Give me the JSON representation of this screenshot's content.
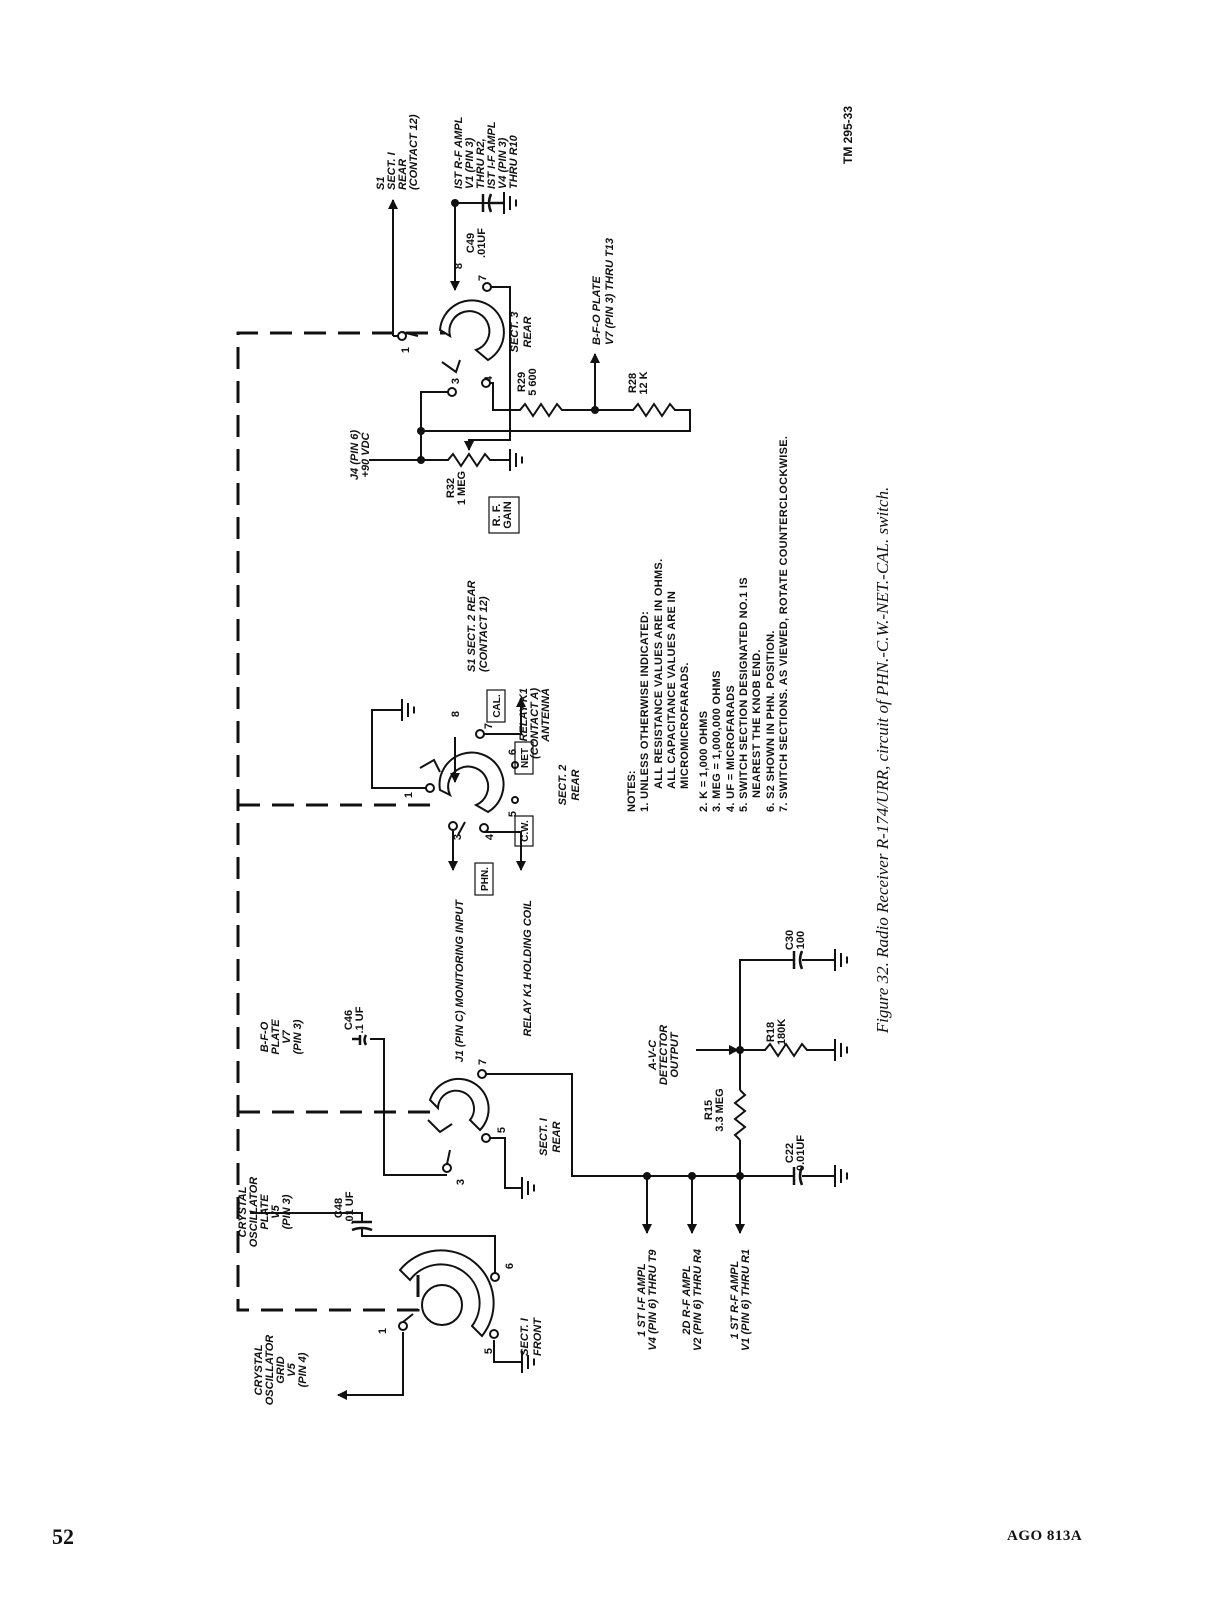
{
  "page": {
    "number": "52",
    "form_code": "AGO 813A",
    "tm_number": "TM 295-33"
  },
  "figure": {
    "caption": "Figure 32. Radio Receiver R-174/URR, circuit of PHN.-C.W.-NET.-CAL. switch."
  },
  "notes": {
    "heading": "NOTES:",
    "lines": [
      "1. UNLESS OTHERWISE INDICATED:",
      "ALL RESISTANCE VALUES ARE IN OHMS.",
      "ALL CAPACITANCE VALUES ARE IN",
      "MICROMICROFARADS.",
      "2. K = 1,000 OHMS",
      "3. MEG = 1,000,000 OHMS",
      "4. UF = MICROFARADS",
      "5. SWITCH SECTION DESIGNATED NO.1 IS",
      "NEAREST THE KNOB END.",
      "6. S2 SHOWN IN PHN. POSITION.",
      "7. SWITCH SECTIONS. AS VIEWED, ROTATE COUNTERCLOCKWISE."
    ]
  },
  "switch_sections": {
    "sect1_front": {
      "name": "SECT. I",
      "side": "FRONT",
      "contacts": [
        "1",
        "5",
        "6"
      ]
    },
    "sect1_rear": {
      "name": "SECT. I",
      "side": "REAR",
      "contacts": [
        "3",
        "5",
        "7"
      ]
    },
    "sect2_rear": {
      "name": "SECT. 2",
      "side": "REAR",
      "contacts": [
        "1",
        "3",
        "4",
        "5",
        "6",
        "7",
        "8"
      ],
      "positions": {
        "phn": "PHN.",
        "cw": "C.W.",
        "net": "NET",
        "cal": "CAL."
      }
    },
    "sect3_rear": {
      "name": "SECT. 3",
      "side": "REAR",
      "contacts": [
        "1",
        "3",
        "4",
        "7",
        "8"
      ]
    }
  },
  "signals": {
    "crystal_osc_grid": [
      "CRYSTAL",
      "OSCILLATOR",
      "GRID",
      "V5",
      "(PIN 4)"
    ],
    "crystal_osc_plate": [
      "CRYSTAL",
      "OSCILLATOR",
      "PLATE",
      "V5",
      "(PIN 3)"
    ],
    "bfo_plate_v7": [
      "B-F-O",
      "PLATE",
      "V7",
      "(PIN 3)"
    ],
    "if_ampl_1st": [
      "1 ST I-F AMPL",
      "V4 (PIN 6) THRU T9"
    ],
    "rf_ampl_2d": [
      "2D R-F AMPL",
      "V2 (PIN 6) THRU R4"
    ],
    "rf_ampl_1st": [
      "1 ST R-F AMPL",
      "V1 (PIN 6) THRU R1"
    ],
    "avc_detector": [
      "A-V-C",
      "DETECTOR",
      "OUTPUT"
    ],
    "j1_monitoring": "J1 (PIN C) MONITORING INPUT",
    "relay_k1_coil": "RELAY K1 HOLDING COIL",
    "s1_sect2_rear": [
      "S1 SECT. 2 REAR",
      "(CONTACT 12)"
    ],
    "relay_k1_contact": [
      "RELAY K1",
      "(CONTACT A)",
      "ANTENNA"
    ],
    "j4_pin6": [
      "J4 (PIN 6)",
      "+90 VDC"
    ],
    "bfo_plate_thru": [
      "B-F-O PLATE",
      "V7 (PIN 3) THRU T13"
    ],
    "s1_sect1_rear": [
      "S1",
      "SECT. I",
      "REAR",
      "(CONTACT 12)"
    ],
    "rf_if_ampl_3": [
      "IST R-F AMPL",
      "V1 (PIN 3)",
      "THRU R2,",
      "IST I-F AMPL",
      "V4 (PIN 3)",
      "THRU R10"
    ]
  },
  "components": {
    "c48": [
      "C48",
      ".01 UF"
    ],
    "c46": [
      "C46",
      ".1 UF"
    ],
    "c22": [
      "C22",
      "0.01UF"
    ],
    "c30": [
      "C30",
      "100"
    ],
    "c49": [
      "C49",
      ".01UF"
    ],
    "r15": [
      "R15",
      "3.3 MEG"
    ],
    "r18": [
      "R18",
      "180K"
    ],
    "r32": [
      "R32",
      "1 MEG"
    ],
    "r29": [
      "R29",
      "5 600"
    ],
    "r28": [
      "R28",
      "12 K"
    ],
    "rf_gain": [
      "R. F.",
      "GAIN"
    ]
  }
}
